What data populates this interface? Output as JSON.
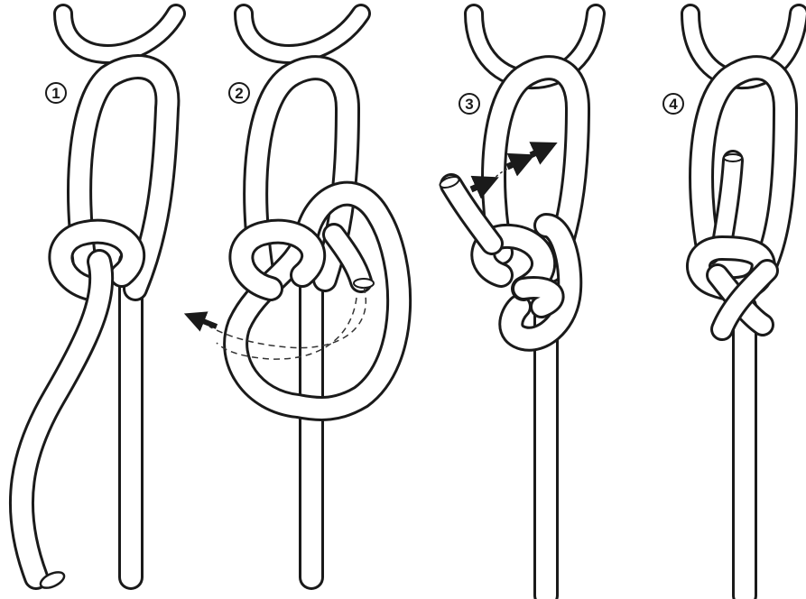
{
  "diagram": {
    "steps": [
      {
        "number": "1"
      },
      {
        "number": "2"
      },
      {
        "number": "3"
      },
      {
        "number": "4"
      }
    ]
  },
  "colors": {
    "ink": "#1a1a1a",
    "rope_fill": "#ffffff",
    "background": "#ffffff",
    "dashed": "#333333"
  }
}
